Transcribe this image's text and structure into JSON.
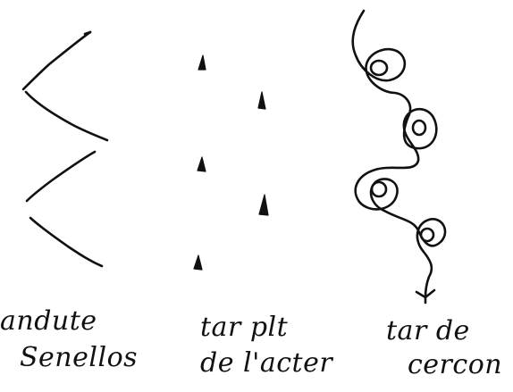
{
  "ink_color": "#111111",
  "paper_color": "#ffffff",
  "columns": [
    {
      "id": "zigzag",
      "caption_line1": "andute",
      "caption_line2": "Senellos"
    },
    {
      "id": "triangles",
      "caption_line1": "tar plt",
      "caption_line2": "de l'acter"
    },
    {
      "id": "spirals",
      "caption_line1": "tar de",
      "caption_line2": "cercon"
    }
  ]
}
